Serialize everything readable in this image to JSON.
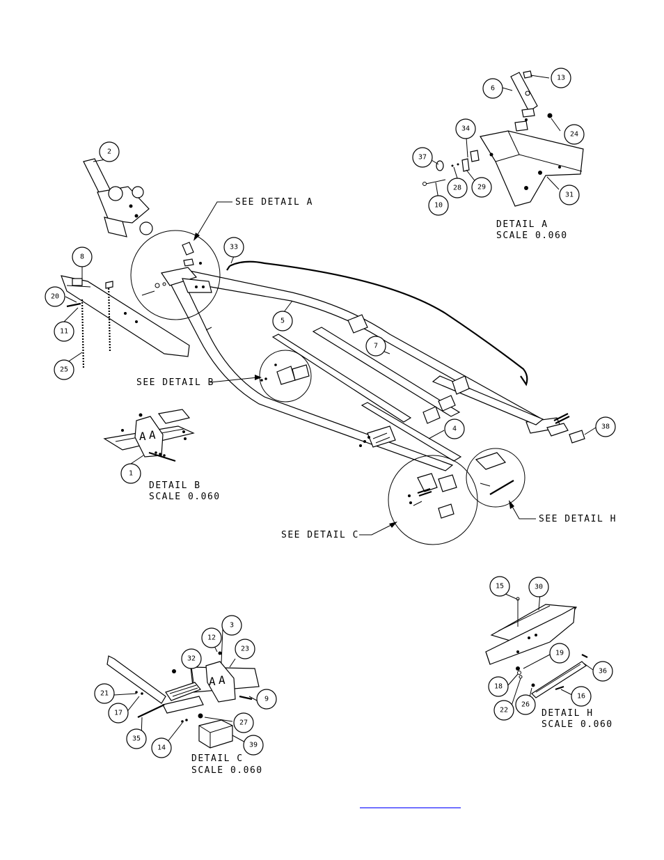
{
  "callouts": {
    "c1": "1",
    "c2": "2",
    "c3": "3",
    "c4": "4",
    "c5": "5",
    "c6": "6",
    "c7": "7",
    "c8": "8",
    "c9": "9",
    "c10": "10",
    "c11": "11",
    "c12": "12",
    "c13": "13",
    "c14": "14",
    "c15": "15",
    "c16": "16",
    "c17": "17",
    "c18": "18",
    "c19": "19",
    "c20": "20",
    "c21": "21",
    "c22": "22",
    "c23": "23",
    "c24": "24",
    "c25": "25",
    "c26": "26",
    "c27": "27",
    "c28": "28",
    "c29": "29",
    "c30": "30",
    "c31": "31",
    "c32": "32",
    "c33": "33",
    "c34": "34",
    "c35": "35",
    "c36": "36",
    "c37": "37",
    "c38": "38",
    "c39": "39"
  },
  "labels": {
    "see_detail_a": "SEE DETAIL  A",
    "see_detail_b": "SEE DETAIL  B",
    "see_detail_c": "SEE DETAIL  C",
    "see_detail_h": "SEE DETAIL  H",
    "detail_a": "DETAIL  A",
    "detail_b": "DETAIL  B",
    "detail_c": "DETAIL  C",
    "detail_h": "DETAIL  H",
    "scale_a": "SCALE  0.060",
    "scale_b": "SCALE  0.060",
    "scale_c": "SCALE  0.060",
    "scale_h": "SCALE  0.060"
  },
  "colors": {
    "ink": "#000000",
    "paper": "#ffffff",
    "link": "#1a1aff"
  }
}
